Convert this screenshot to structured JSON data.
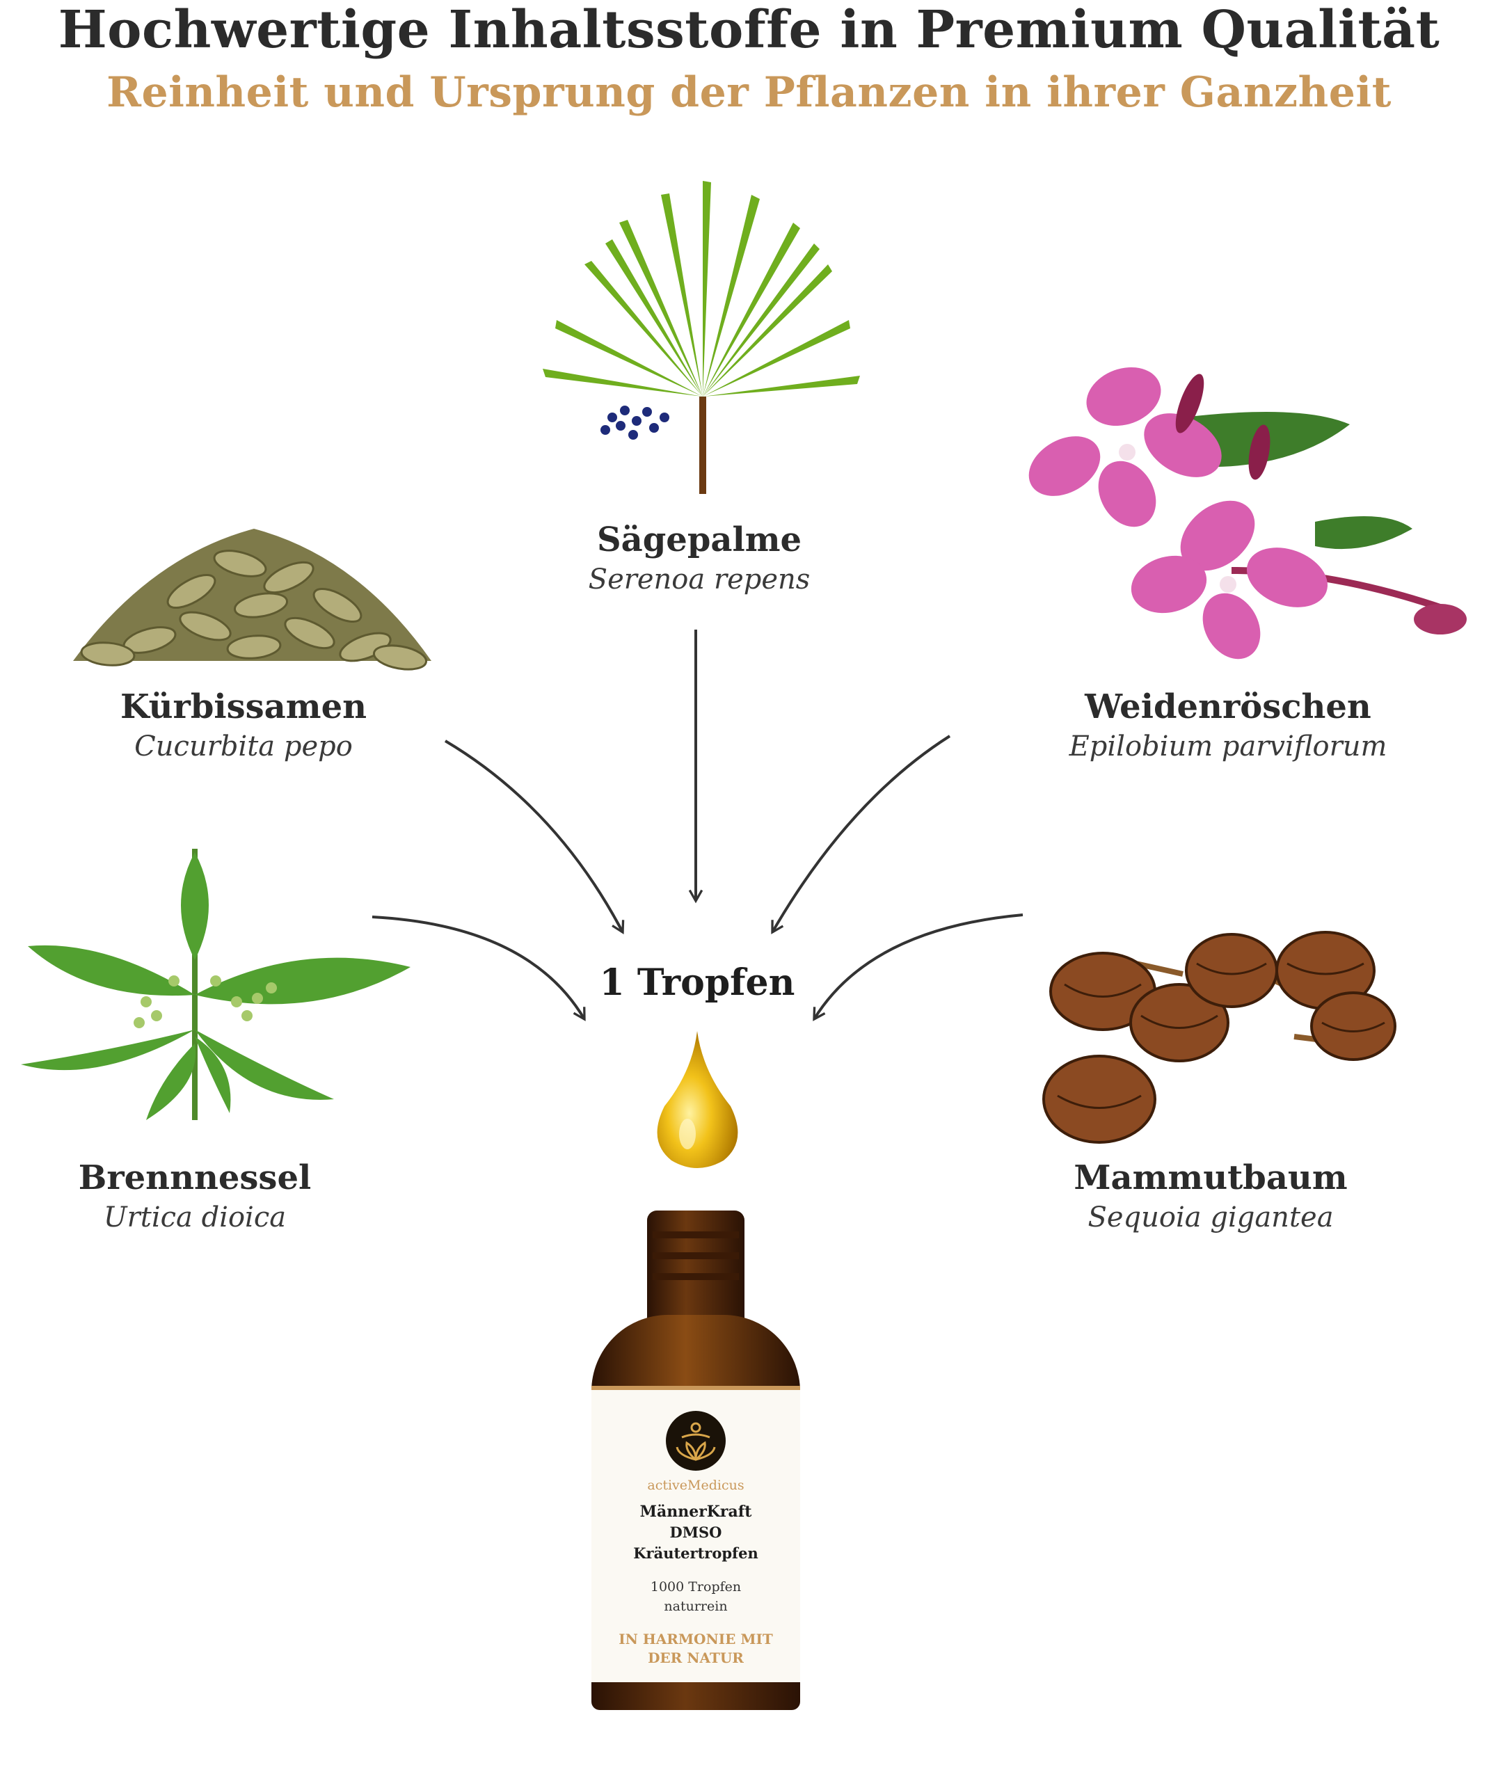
{
  "header": {
    "title": "Hochwertige Inhaltsstoffe in Premium Qualität",
    "subtitle": "Reinheit und Ursprung der Pflanzen in ihrer Ganzheit"
  },
  "colors": {
    "accent": "#c9985a",
    "text": "#2b2b2b",
    "arrow": "#333333",
    "drop": "#f2c21a",
    "bottle": "#4a2408"
  },
  "ingredients": [
    {
      "name": "Sägepalme",
      "latin": "Serenoa repens",
      "icon": "saw-palmetto-leaf"
    },
    {
      "name": "Kürbissamen",
      "latin": "Cucurbita pepo",
      "icon": "pumpkin-seeds"
    },
    {
      "name": "Weidenröschen",
      "latin": "Epilobium parviflorum",
      "icon": "willowherb-flower"
    },
    {
      "name": "Brennnessel",
      "latin": "Urtica dioica",
      "icon": "nettle-plant"
    },
    {
      "name": "Mammutbaum",
      "latin": "Sequoia gigantea",
      "icon": "sequoia-cones"
    }
  ],
  "drop": {
    "label": "1 Tropfen",
    "icon": "oil-drop"
  },
  "bottle": {
    "brand": "activeMedicus",
    "product_line1": "MännerKraft",
    "product_line2": "DMSO",
    "product_line3": "Kräutertropfen",
    "amount": "1000 Tropfen",
    "quality": "naturrein",
    "slogan_line1": "IN HARMONIE MIT",
    "slogan_line2": "DER NATUR"
  }
}
